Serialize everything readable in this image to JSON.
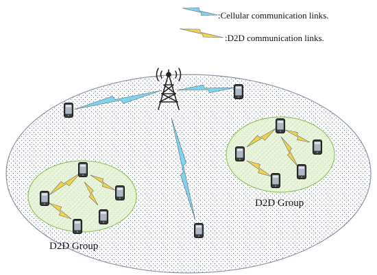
{
  "legend": [
    {
      "label": ":Cellular communication links.",
      "color": "#7fd3ec"
    },
    {
      "label": ":D2D communication links.",
      "color": "#f2d24a"
    }
  ],
  "groups": [
    {
      "label": "D2D Group"
    },
    {
      "label": "D2D Group"
    }
  ],
  "colors": {
    "cell_area_fill": "#eef2f7",
    "cell_area_stroke": "#8a93a3",
    "group_fill": "#e6f3d6",
    "group_stroke": "#8cc65a",
    "cellular_link": "#7fd3ec",
    "d2d_link": "#f2d24a",
    "device_body": "#3a3a3a",
    "device_screen": "#aeb8c4",
    "tower": "#222222"
  },
  "icons": {
    "base_station": "cell-tower-icon",
    "user_device": "mobile-phone-icon"
  }
}
